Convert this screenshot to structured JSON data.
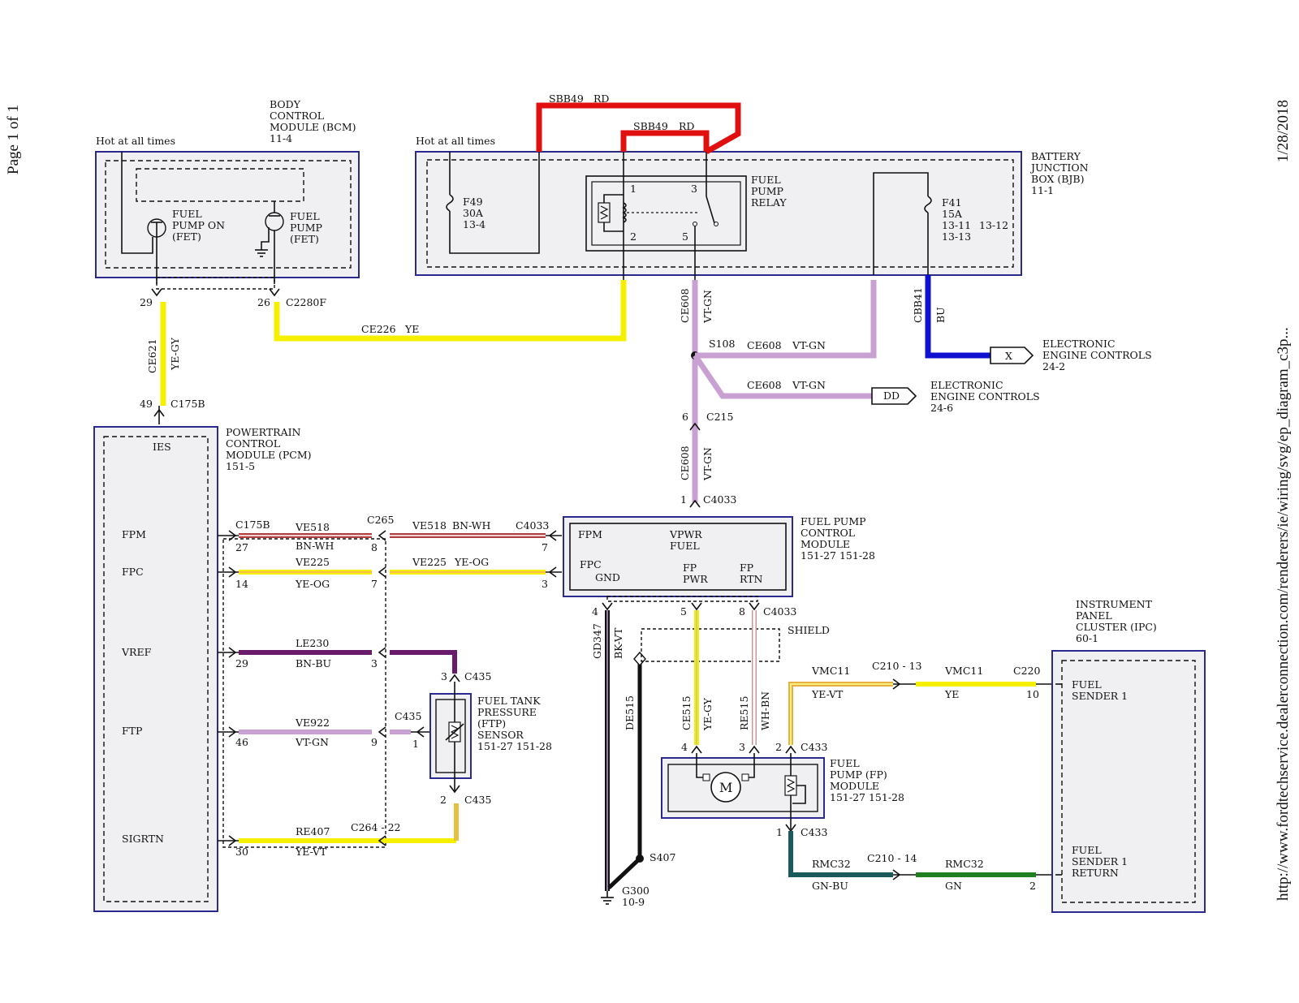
{
  "side": {
    "page": "Page 1 of 1",
    "date": "1/28/2018",
    "url": "http://www.fordtechservice.dealerconnection.com/renderers/ie/wiring/svg/ep_diagram_c3p..."
  },
  "bcm": {
    "title": [
      "BODY",
      "CONTROL",
      "MODULE (BCM)",
      "11-4"
    ],
    "hot": "Hot at all times",
    "fet1": [
      "FUEL",
      "PUMP ON",
      "(FET)"
    ],
    "fet2": [
      "FUEL",
      "PUMP",
      "(FET)"
    ]
  },
  "bjb": {
    "title": [
      "BATTERY",
      "JUNCTION",
      "BOX (BJB)",
      "11-1"
    ],
    "hot": "Hot at all times",
    "f49": [
      "F49",
      "30A",
      "13-4"
    ],
    "f41": [
      "F41",
      "15A",
      "13-11",
      "13-13"
    ],
    "f41b": "13-12",
    "relay": [
      "FUEL",
      "PUMP",
      "RELAY"
    ],
    "relay_pins": [
      "1",
      "2",
      "3",
      "5"
    ]
  },
  "sbb": {
    "w1": "SBB49",
    "c1": "RD",
    "w2": "SBB49",
    "c2": "RD"
  },
  "conn": {
    "p29": "29",
    "p26": "26",
    "c2280f": "C2280F",
    "ce226": "CE226",
    "ye": "YE",
    "ce621": "CE621",
    "yegy": "YE-GY",
    "p49": "49",
    "c175b_top": "C175B",
    "ce608a": "CE608",
    "vtgn_a": "VT-GN",
    "s108": "S108",
    "ce608b": "CE608",
    "vtgn_b": "VT-GN",
    "ce608c": "CE608",
    "vtgn_c": "VT-GN",
    "p6": "6",
    "c215": "C215",
    "ce608d": "CE608",
    "vtgn_d": "VT-GN",
    "p1": "1",
    "c4033_top": "C4033",
    "cbb41": "CBB41",
    "bu": "BU",
    "x": "X",
    "dd": "DD",
    "eec1": [
      "ELECTRONIC",
      "ENGINE CONTROLS",
      "24-2"
    ],
    "eec2": [
      "ELECTRONIC",
      "ENGINE CONTROLS",
      "24-6"
    ]
  },
  "pcm": {
    "title": [
      "POWERTRAIN",
      "CONTROL",
      "MODULE (PCM)",
      "151-5"
    ],
    "ies": "IES",
    "fpm": "FPM",
    "fpc": "FPC",
    "vref": "VREF",
    "ftp": "FTP",
    "sigrtn": "SIGRTN"
  },
  "circuits": {
    "c175b": "C175B",
    "ve518a": "VE518",
    "bnwh_a": "BN-WH",
    "p27": "27",
    "c265": "C265",
    "p8": "8",
    "ve518b": "VE518",
    "bnwh_b": "BN-WH",
    "c4033": "C4033",
    "p7": "7",
    "ve225a": "VE225",
    "yeog_a": "YE-OG",
    "p14": "14",
    "p7b": "7",
    "ve225b": "VE225",
    "yeog_b": "YE-OG",
    "p3": "3",
    "le230": "LE230",
    "bnbu": "BN-BU",
    "p29b": "29",
    "p3b": "3",
    "c435a": "C435",
    "p3c": "3",
    "ve922": "VE922",
    "vtgn": "VT-GN",
    "p46": "46",
    "p9": "9",
    "c435b": "C435",
    "p1b": "1",
    "p2": "2",
    "c435c": "C435",
    "re407": "RE407",
    "yevt": "YE-VT",
    "p30": "30",
    "c264": "C264 - 22"
  },
  "ftp_sensor": [
    "FUEL TANK",
    "PRESSURE",
    "(FTP)",
    "SENSOR",
    "151-27   151-28"
  ],
  "fpcm": {
    "title": [
      "FUEL PUMP",
      "CONTROL",
      "MODULE",
      "151-27   151-28"
    ],
    "fpm": "FPM",
    "vpwr": "VPWR",
    "fuel": "FUEL",
    "fpc": "FPC",
    "gnd": "GND",
    "fp": "FP",
    "pwr": "PWR",
    "fp2": "FP",
    "rtn": "RTN"
  },
  "lower": {
    "p4": "4",
    "p5": "5",
    "p8": "8",
    "c4033": "C4033",
    "shield": "SHIELD",
    "gd347": "GD347",
    "bkvt": "BK-VT",
    "de515": "DE515",
    "ce515": "CE515",
    "yegy": "YE-GY",
    "re515": "RE515",
    "whbn": "WH-BN",
    "p4b": "4",
    "p3": "3",
    "p2": "2",
    "c433": "C433",
    "p1": "1",
    "c433b": "C433",
    "s407": "S407",
    "g300": "G300",
    "g300b": "10-9",
    "vmc11a": "VMC11",
    "yevt": "YE-VT",
    "c210a": "C210 - 13",
    "vmc11b": "VMC11",
    "ye": "YE",
    "c220": "C220",
    "p10": "10",
    "rmc32a": "RMC32",
    "gnbu": "GN-BU",
    "c210b": "C210 - 14",
    "rmc32b": "RMC32",
    "gn": "GN",
    "p2b": "2"
  },
  "fpmod": {
    "title": [
      "FUEL",
      "PUMP (FP)",
      "MODULE",
      "151-27   151-28"
    ],
    "motor": "M"
  },
  "ipc": {
    "title": [
      "INSTRUMENT",
      "PANEL",
      "CLUSTER (IPC)",
      "60-1"
    ],
    "s1": [
      "FUEL",
      "SENDER 1"
    ],
    "s1r": [
      "FUEL",
      "SENDER 1",
      "RETURN"
    ]
  },
  "colors": {
    "red": "#e01010",
    "yellow": "#f4f000",
    "violet": "#c8a0d2",
    "blue": "#1010d0",
    "bnwh": "#b04040",
    "bnbu": "#6a1a6a",
    "green": "#208020",
    "gnbu": "#1a5a5a",
    "yevt": "#e8b040",
    "black": "#111111"
  }
}
